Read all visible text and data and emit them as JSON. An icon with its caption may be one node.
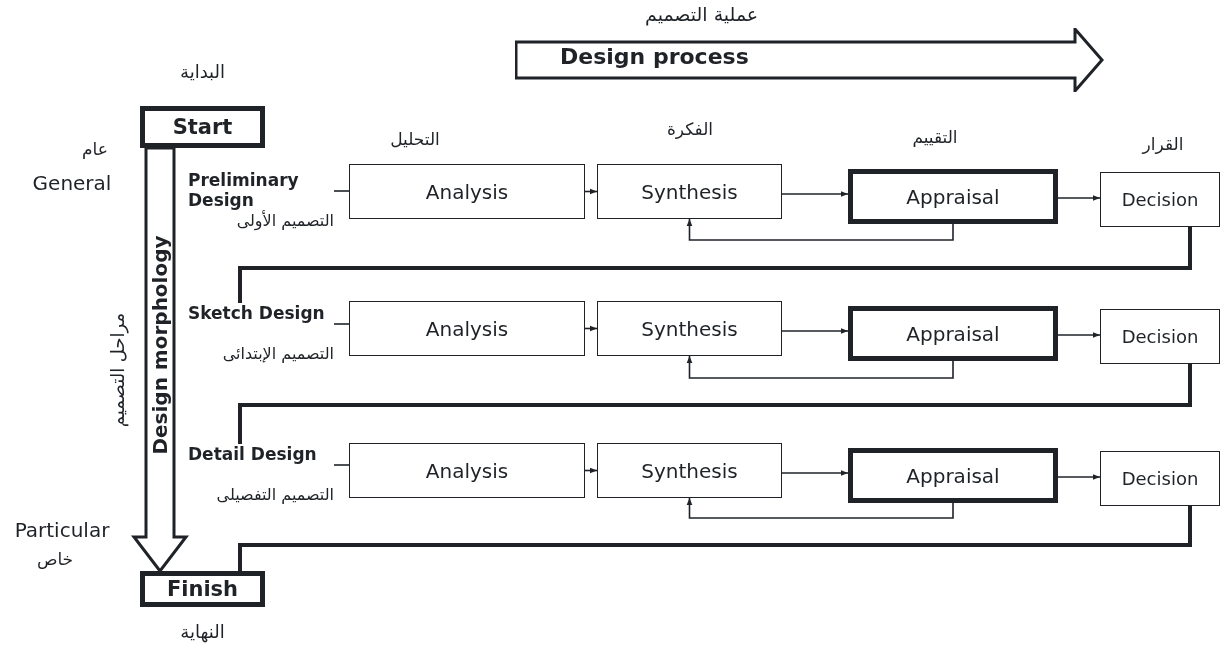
{
  "diagram": {
    "nodes": [
      {
        "text": [
          "عملية التصميم",
          "Design process"
        ]
      },
      {
        "text": [
          "البداية",
          "Start"
        ]
      },
      {
        "text": [
          "Preliminary Design",
          "التصميم الأولى"
        ]
      },
      {
        "text": [
          "Analysis"
        ]
      },
      {
        "text": [
          "Synthesis"
        ]
      },
      {
        "text": [
          "Appraisal"
        ]
      },
      {
        "text": [
          "Decision"
        ]
      },
      {
        "text": [
          "Sketch Design",
          "التصميم الإبتدائى"
        ]
      },
      {
        "text": [
          "Analysis"
        ]
      },
      {
        "text": [
          "Synthesis"
        ]
      },
      {
        "text": [
          "Appraisal"
        ]
      },
      {
        "text": [
          "Decision"
        ]
      },
      {
        "text": [
          "Detail Design",
          "التصميم التفصيلى"
        ]
      },
      {
        "text": [
          "Analysis"
        ]
      },
      {
        "text": [
          "Synthesis"
        ]
      },
      {
        "text": [
          "Appraisal"
        ]
      },
      {
        "text": [
          "Decision"
        ]
      },
      {
        "text": [
          "Finish",
          "النهاية"
        ]
      }
    ],
    "edges": [
      {
        "from": 1,
        "to": 17,
        "arrow": "to",
        "label": "Design morphology"
      },
      {
        "from": 2,
        "to": 3,
        "arrow": "none"
      },
      {
        "from": 3,
        "to": 4,
        "arrow": "to"
      },
      {
        "from": 4,
        "to": 5,
        "arrow": "to"
      },
      {
        "from": 5,
        "to": 6,
        "arrow": "to"
      },
      {
        "from": 5,
        "to": 4,
        "arrow": "to"
      },
      {
        "from": 6,
        "to": 7,
        "arrow": "none",
        "style": "thick"
      },
      {
        "from": 7,
        "to": 8,
        "arrow": "none"
      },
      {
        "from": 8,
        "to": 9,
        "arrow": "to"
      },
      {
        "from": 9,
        "to": 10,
        "arrow": "to"
      },
      {
        "from": 10,
        "to": 11,
        "arrow": "to"
      },
      {
        "from": 10,
        "to": 9,
        "arrow": "to"
      },
      {
        "from": 11,
        "to": 12,
        "arrow": "none",
        "style": "thick"
      },
      {
        "from": 12,
        "to": 13,
        "arrow": "none"
      },
      {
        "from": 13,
        "to": 14,
        "arrow": "to"
      },
      {
        "from": 14,
        "to": 15,
        "arrow": "to"
      },
      {
        "from": 15,
        "to": 16,
        "arrow": "to"
      },
      {
        "from": 15,
        "to": 14,
        "arrow": "to"
      },
      {
        "from": 16,
        "to": 17,
        "arrow": "none",
        "style": "thick"
      }
    ],
    "labels": [
      "عام",
      "General",
      "مراحل التصميم",
      "التحليل",
      "الفكرة",
      "التقييم",
      "القرار",
      "Particular",
      "خاص"
    ]
  }
}
